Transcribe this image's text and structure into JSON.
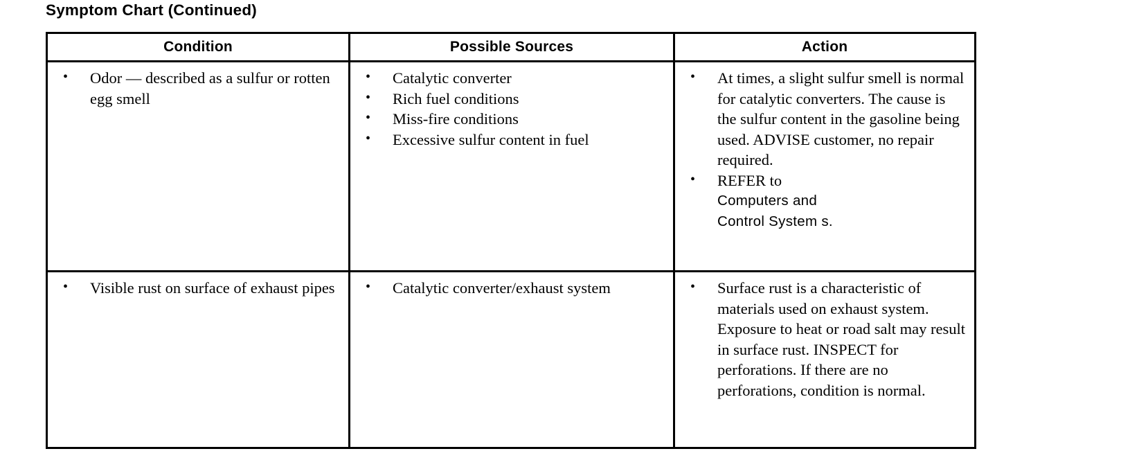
{
  "document": {
    "title": "Symptom Chart (Continued)"
  },
  "table": {
    "headers": {
      "condition": "Condition",
      "possible_sources": "Possible Sources",
      "action": "Action"
    },
    "rows": [
      {
        "condition": [
          "Odor — described as a sulfur or rotten egg smell"
        ],
        "possible_sources": [
          "Catalytic converter",
          "Rich fuel conditions",
          "Miss-fire conditions",
          "Excessive sulfur content in fuel"
        ],
        "action": [
          "At times, a slight sulfur smell is normal for catalytic converters. The cause is the sulfur content in the gasoline being used. ADVISE customer, no repair required.",
          "REFER to"
        ],
        "action_xref": [
          "Computers and",
          "Control System s."
        ]
      },
      {
        "condition": [
          "Visible rust on surface of exhaust pipes"
        ],
        "possible_sources": [
          "Catalytic converter/exhaust system"
        ],
        "action": [
          "Surface rust is a characteristic of materials used on exhaust system. Exposure to heat or road salt may result in surface rust. INSPECT for perforations. If there are no perforations, condition is normal."
        ]
      }
    ]
  }
}
